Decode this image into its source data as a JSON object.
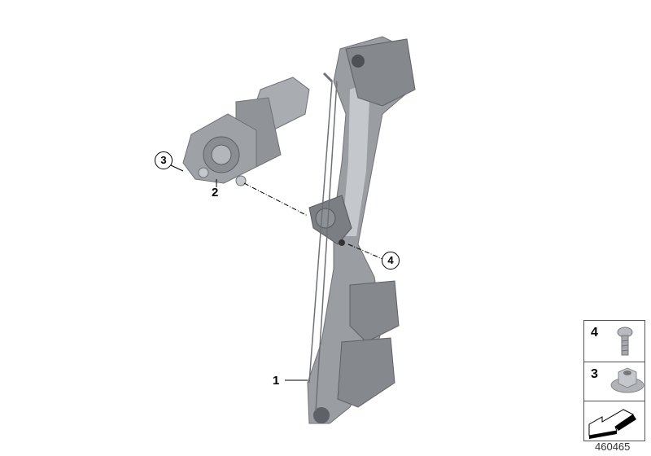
{
  "callouts": [
    {
      "number": "1",
      "style": "plain",
      "part": "window-regulator"
    },
    {
      "number": "2",
      "style": "plain",
      "part": "window-motor"
    },
    {
      "number": "3",
      "style": "circled",
      "part": "nut"
    },
    {
      "number": "4",
      "style": "circled",
      "part": "screw"
    }
  ],
  "legend": {
    "items": [
      {
        "number": "4",
        "icon": "screw-icon"
      },
      {
        "number": "3",
        "icon": "flange-nut-icon"
      },
      {
        "number": "",
        "icon": "arrow-direction-icon"
      }
    ]
  },
  "diagram_number": "460465",
  "colors": {
    "part": "#9a9da2",
    "part_dark": "#6e7176",
    "part_light": "#c4c7cb",
    "line": "#000000"
  }
}
